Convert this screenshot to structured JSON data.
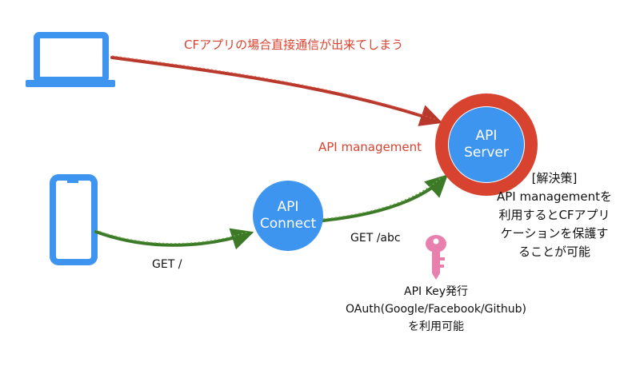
{
  "labels": {
    "direct_access_warning": "CFアプリの場合直接通信が出来てしまう",
    "api_management": "API management",
    "api_server_line1": "API",
    "api_server_line2": "Server",
    "api_connect_line1": "API",
    "api_connect_line2": "Connect",
    "get_root": "GET /",
    "get_abc": "GET /abc",
    "solution_lines": [
      "[解決策]",
      "API managementを",
      "利用するとCFアプリ",
      "ケーションを保護す",
      "ることが可能"
    ],
    "key_note_lines": [
      "API Key発行",
      "OAuth(Google/Facebook/Github)",
      "を利用可能"
    ]
  },
  "colors": {
    "device_blue": "#3d95f0",
    "node_blue": "#3d95f0",
    "server_ring_red": "#d8432f",
    "warning_red": "#d8432f",
    "arrow_red": "#b8392c",
    "arrow_green": "#3c7a28",
    "key_pink": "#e880ad"
  },
  "icons": [
    "laptop-icon",
    "smartphone-icon",
    "key-icon"
  ]
}
